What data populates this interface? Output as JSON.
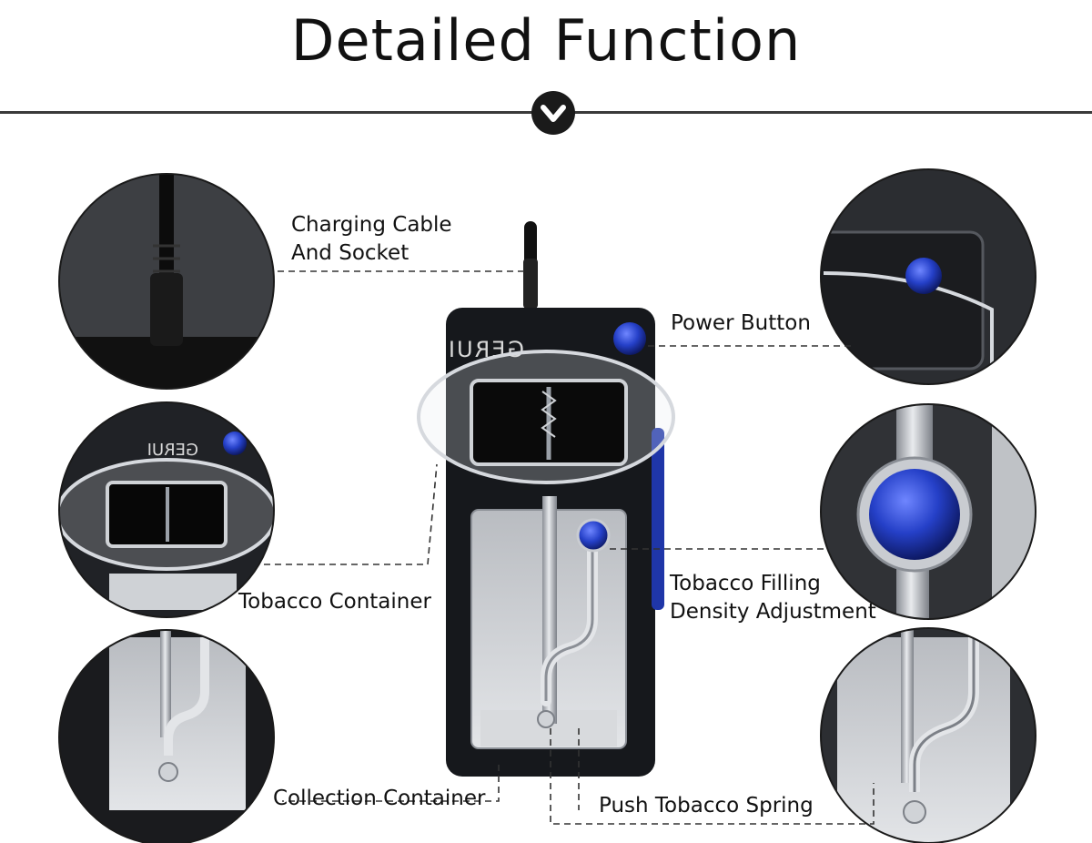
{
  "header": {
    "title": "Detailed Function",
    "divider_icon": "chevron-down-icon"
  },
  "callouts": {
    "charging_cable": {
      "line1": "Charging Cable",
      "line2": "And Socket"
    },
    "power_button": "Power Button",
    "tobacco_container": "Tobacco Container",
    "filling_density": {
      "line1": "Tobacco Filling",
      "line2": "Density Adjustment"
    },
    "collection_container": "Collection Container",
    "push_spring": "Push Tobacco Spring"
  },
  "device": {
    "brand_text": "GERUI"
  },
  "colors": {
    "accent_blue": "#2540c8",
    "device_body": "#16181c",
    "steel": "#c9ccd1"
  }
}
